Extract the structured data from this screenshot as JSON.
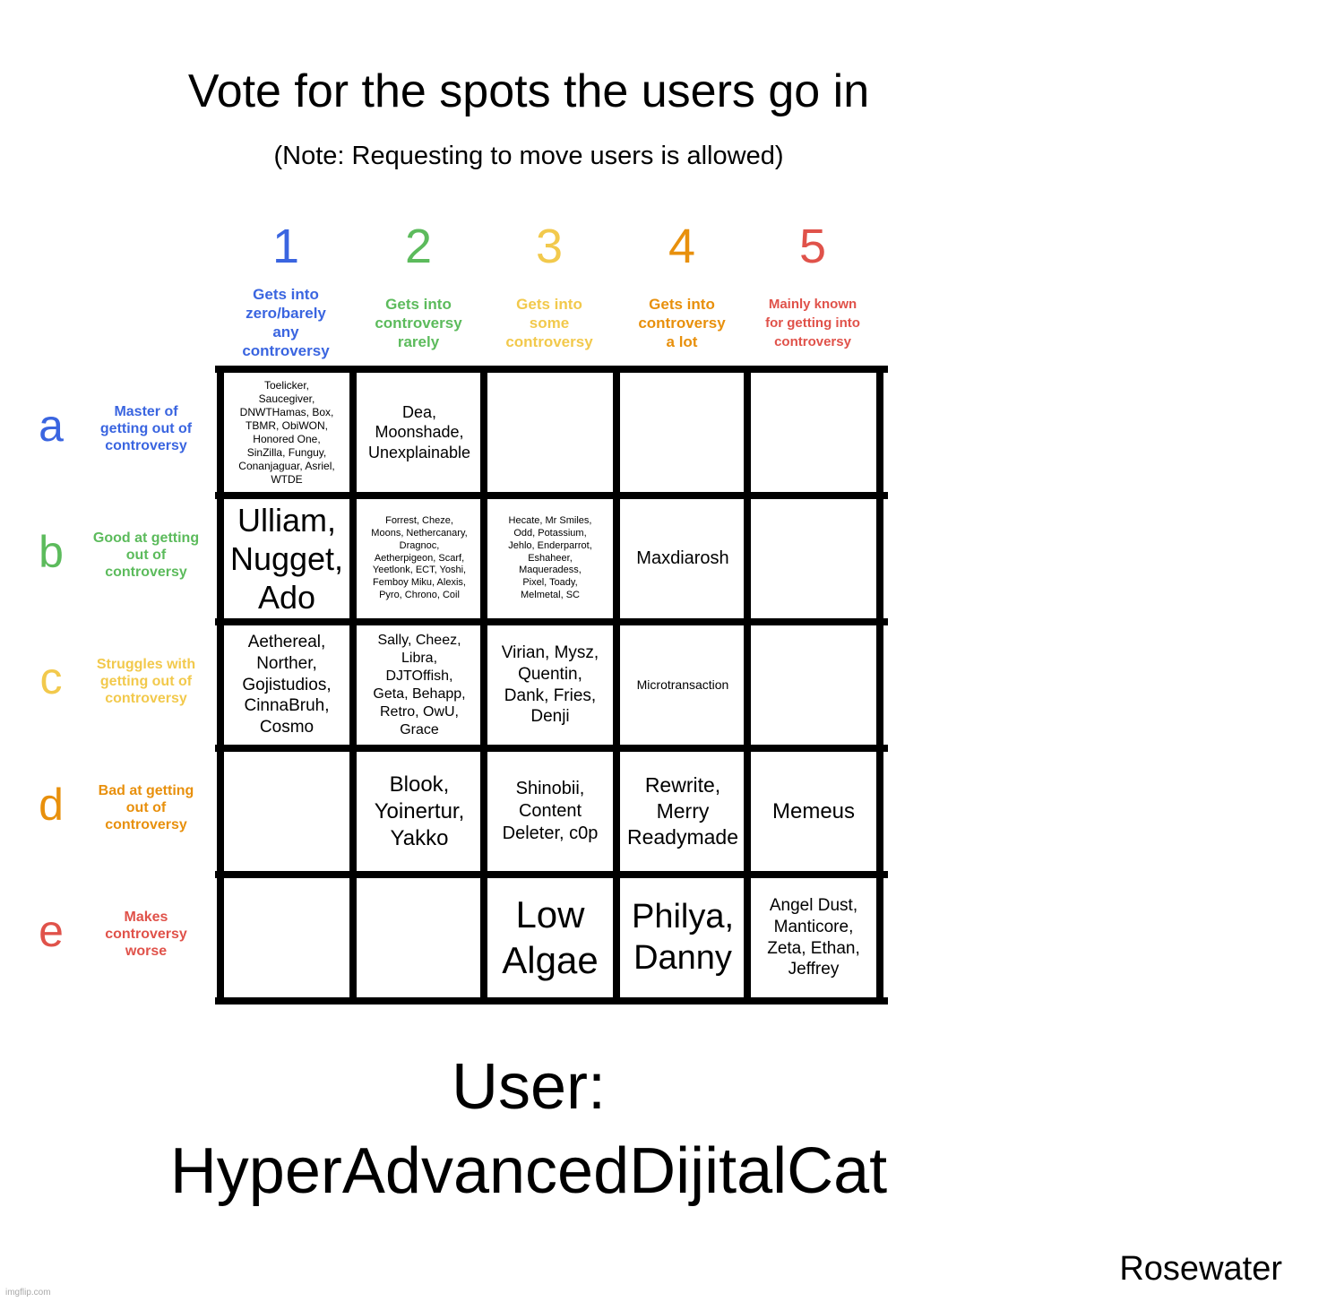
{
  "title": "Vote for the spots the users go in",
  "note": "(Note: Requesting to move users is allowed)",
  "colors": {
    "blue": "#3a65e0",
    "green": "#5cbb5c",
    "yellow": "#f2c94c",
    "orange": "#e8900c",
    "red": "#e0524a"
  },
  "columns": [
    {
      "num": "1",
      "desc": "Gets into\nzero/barely\nany\ncontroversy",
      "color": "#3a65e0"
    },
    {
      "num": "2",
      "desc": "Gets into\ncontroversy\nrarely",
      "color": "#5cbb5c"
    },
    {
      "num": "3",
      "desc": "Gets into\nsome\ncontroversy",
      "color": "#f2c94c"
    },
    {
      "num": "4",
      "desc": "Gets into\ncontroversy\na lot",
      "color": "#e8900c"
    },
    {
      "num": "5",
      "desc": "Mainly known\nfor getting into\ncontroversy",
      "color": "#e0524a"
    }
  ],
  "rows": [
    {
      "letter": "a",
      "desc": "Master of\ngetting out of\ncontroversy",
      "color": "#3a65e0"
    },
    {
      "letter": "b",
      "desc": "Good at getting\nout of\ncontroversy",
      "color": "#5cbb5c"
    },
    {
      "letter": "c",
      "desc": "Struggles with\ngetting out of\ncontroversy",
      "color": "#f2c94c"
    },
    {
      "letter": "d",
      "desc": "Bad at getting\nout of\ncontroversy",
      "color": "#e8900c"
    },
    {
      "letter": "e",
      "desc": "Makes\ncontroversy\nworse",
      "color": "#e0524a"
    }
  ],
  "cells": [
    [
      "Toelicker,\nSaucegiver,\nDNWTHamas, Box,\nTBMR, ObiWON,\nHonored One,\nSinZilla, Funguy,\nConanjaguar, Asriel,\nWTDE",
      "Dea,\nMoonshade,\nUnexplainable",
      "",
      "",
      ""
    ],
    [
      "Ulliam,\nNugget,\nAdo",
      "Forrest, Cheze,\nMoons, Nethercanary,\nDragnoc,\nAetherpigeon, Scarf,\nYeetlonk, ECT, Yoshi,\nFemboy Miku, Alexis,\nPyro, Chrono, Coil",
      "Hecate, Mr Smiles,\nOdd, Potassium,\nJehlo, Enderparrot,\nEshaheer,\nMaqueradess,\nPixel, Toady,\nMelmetal, SC",
      "Maxdiarosh",
      ""
    ],
    [
      "Aethereal,\nNorther,\nGojistudios,\nCinnaBruh,\nCosmo",
      "Sally, Cheez,\nLibra,\nDJTOffish,\nGeta, Behapp,\nRetro, OwU,\nGrace",
      "Virian, Mysz,\nQuentin,\nDank, Fries,\nDenji",
      "Microtransaction",
      ""
    ],
    [
      "",
      "Blook,\nYoinertur,\nYakko",
      "Shinobii,\nContent\nDeleter, c0p",
      "Rewrite,\nMerry\nReadymade",
      "Memeus"
    ],
    [
      "",
      "",
      "Low\nAlgae",
      "Philya,\nDanny",
      "Angel Dust,\nManticore,\nZeta, Ethan,\nJeffrey"
    ]
  ],
  "user_label": "User:",
  "user_name": "HyperAdvancedDijitalCat",
  "credit": "Rosewater",
  "watermark": "imgflip.com"
}
